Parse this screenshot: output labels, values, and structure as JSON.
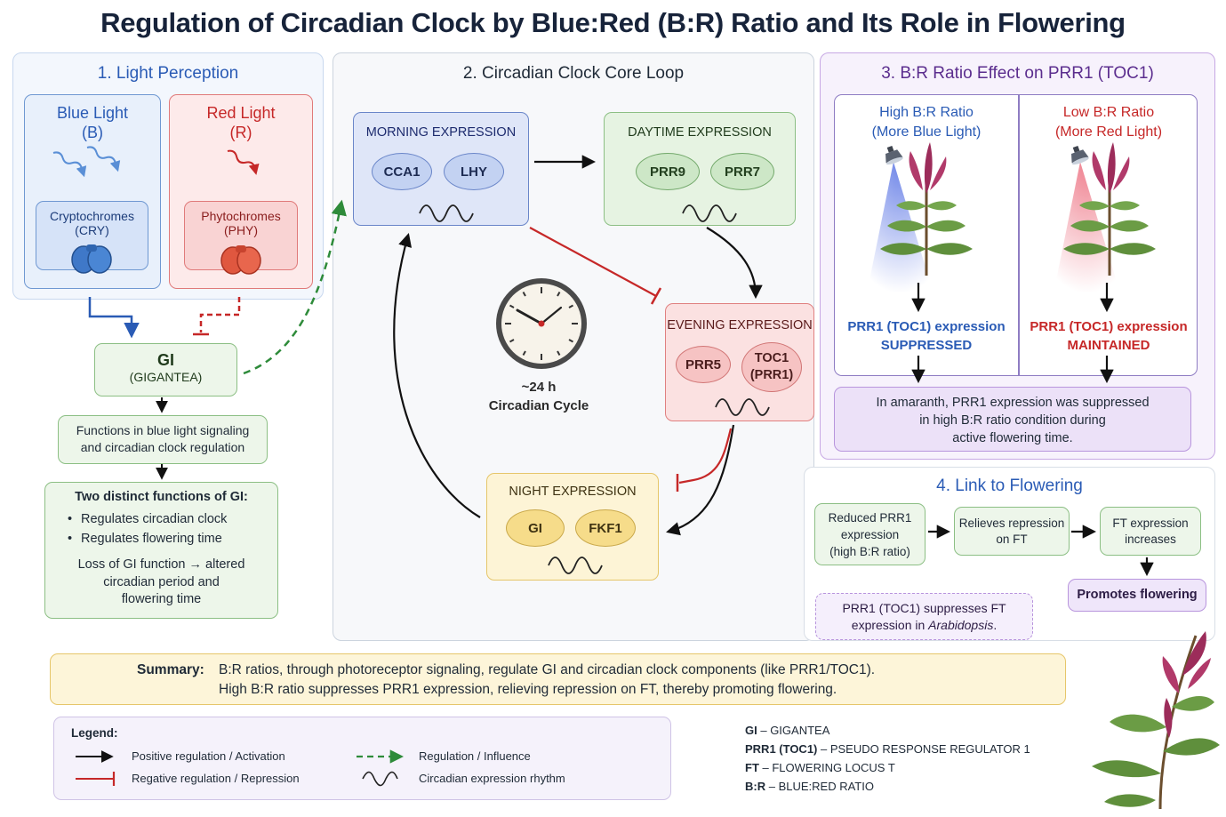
{
  "title": "Regulation of Circadian Clock by Blue:Red (B:R) Ratio and Its Role in Flowering",
  "colors": {
    "blue": "#2a5bb5",
    "red": "#c62828",
    "green": "#2e7d32",
    "purple": "#5b2d8e",
    "activation": "#111111",
    "repression": "#c62828",
    "influence": "#2e8b3a"
  },
  "panel1": {
    "title": "1. Light Perception",
    "blue": {
      "name": "Blue Light",
      "abbr": "(B)",
      "receptor": "Cryptochromes",
      "receptor_abbr": "(CRY)"
    },
    "red": {
      "name": "Red Light",
      "abbr": "(R)",
      "receptor": "Phytochromes",
      "receptor_abbr": "(PHY)"
    },
    "gi": {
      "name": "GI",
      "full": "(GIGANTEA)"
    },
    "functions_text": [
      "Functions in blue light signaling",
      "and circadian clock regulation"
    ],
    "distinct_title": "Two distinct functions of GI:",
    "distinct_items": [
      "Regulates circadian clock",
      "Regulates flowering time"
    ],
    "loss_text": [
      "Loss of GI function → altered",
      "circadian period and",
      "flowering time"
    ]
  },
  "panel2": {
    "title": "2. Circadian Clock Core Loop",
    "morning": {
      "title": "MORNING EXPRESSION",
      "genes": [
        "CCA1",
        "LHY"
      ]
    },
    "daytime": {
      "title": "DAYTIME EXPRESSION",
      "genes": [
        "PRR9",
        "PRR7"
      ]
    },
    "evening": {
      "title": "EVENING EXPRESSION",
      "genes": [
        "PRR5",
        "TOC1",
        "(PRR1)"
      ]
    },
    "night": {
      "title": "NIGHT EXPRESSION",
      "genes": [
        "GI",
        "FKF1"
      ]
    },
    "clock": {
      "period": "~24 h",
      "label": "Circadian Cycle"
    }
  },
  "panel3": {
    "title": "3. B:R Ratio Effect on PRR1 (TOC1)",
    "high": {
      "title": "High B:R Ratio",
      "sub": "(More Blue Light)",
      "result": "PRR1 (TOC1) expression",
      "state": "SUPPRESSED"
    },
    "low": {
      "title": "Low B:R Ratio",
      "sub": "(More Red Light)",
      "result": "PRR1 (TOC1) expression",
      "state": "MAINTAINED"
    },
    "note": [
      "In amaranth, PRR1 expression was suppressed",
      "in high B:R ratio condition during",
      "active flowering time."
    ]
  },
  "panel4": {
    "title": "4. Link to Flowering",
    "step1": [
      "Reduced PRR1",
      "expression",
      "(high B:R ratio)"
    ],
    "step2": [
      "Relieves repression",
      "on FT"
    ],
    "step3": [
      "FT expression",
      "increases"
    ],
    "step4": "Promotes flowering",
    "note_plain": "PRR1 (TOC1) suppresses FT",
    "note_prefix": "expression in ",
    "note_italic": "Arabidopsis",
    "note_suffix": "."
  },
  "summary": {
    "label": "Summary:",
    "line1": "B:R ratios, through photoreceptor signaling, regulate GI and circadian clock components (like PRR1/TOC1).",
    "line2": "High B:R ratio suppresses PRR1 expression, relieving repression on FT, thereby promoting flowering."
  },
  "legend": {
    "title": "Legend:",
    "positive": "Positive regulation / Activation",
    "negative": "Regative regulation / Repression",
    "influence": "Regulation / Influence",
    "rhythm": "Circadian expression rhythm"
  },
  "abbreviations": [
    {
      "key": "GI",
      "value": " – GIGANTEA"
    },
    {
      "key": "PRR1 (TOC1)",
      "value": " – PSEUDO RESPONSE REGULATOR 1"
    },
    {
      "key": "FT",
      "value": " – FLOWERING LOCUS T"
    },
    {
      "key": "B:R",
      "value": " – BLUE:RED RATIO"
    }
  ]
}
